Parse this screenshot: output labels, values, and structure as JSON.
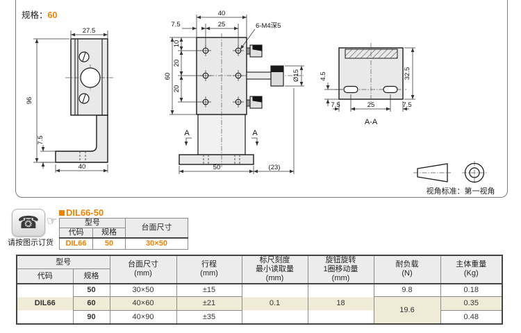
{
  "colors": {
    "accent": "#ef8200",
    "row_highlight": "#efebd7",
    "header_bg": "#ececec"
  },
  "icons": {
    "phone": "☎",
    "pointing_hand": "☞"
  },
  "page": {
    "spec_label": "规格：",
    "spec_value": "60"
  },
  "drawings": {
    "left_view": {
      "top_width": "27.5",
      "total_height": "96",
      "foot_height": "7.5",
      "foot_width": "40"
    },
    "front_view": {
      "width": "40",
      "edge_offset": "7.5",
      "hole_pitch": "25",
      "thread_note": "6-M4深5",
      "top_offset": "10",
      "pitch_1": "20",
      "pitch_2": "20",
      "height": "60",
      "knob_dia": "Ø15",
      "base_width": "50",
      "overhang": "(23)",
      "section_mark": "A"
    },
    "section_view": {
      "label": "A-A",
      "slot_height": "4.5",
      "body_height": "32.5",
      "edge_left": "7.5",
      "pitch": "25",
      "edge_right": "7.5"
    },
    "projection_note": "视角标准：第一视角"
  },
  "order": {
    "note": "请按图示订货",
    "bullet": "■",
    "title": "DIL66-50",
    "table": {
      "model": "型号",
      "code": "代码",
      "spec": "规格",
      "size": "台面尺寸",
      "code_value": "DIL66",
      "spec_value": "50",
      "size_value": "30×50"
    }
  },
  "spec_table": {
    "headers": {
      "model": "型号",
      "code": "代码",
      "spec": "规格",
      "size": [
        "台面尺寸",
        "(mm)"
      ],
      "stroke": [
        "行程",
        "(mm)"
      ],
      "scale": [
        "标尺刻度",
        "最小读取量",
        "(mm)"
      ],
      "knob": [
        "旋钮旋转",
        "1圈移动量",
        "(mm)"
      ],
      "load": [
        "耐负载",
        "(N)"
      ],
      "weight": [
        "主体重量",
        "(Kg)"
      ]
    },
    "merged": {
      "code": "DIL66",
      "scale": "0.1",
      "knob": "18",
      "load_top": "9.8",
      "load_bottom": "19.6"
    },
    "rows": [
      {
        "spec": "50",
        "size": "30×50",
        "stroke": "±15",
        "weight": "0.18"
      },
      {
        "spec": "60",
        "size": "40×60",
        "stroke": "±21",
        "weight": "0.35"
      },
      {
        "spec": "90",
        "size": "40×90",
        "stroke": "±35",
        "weight": "0.48"
      }
    ]
  }
}
